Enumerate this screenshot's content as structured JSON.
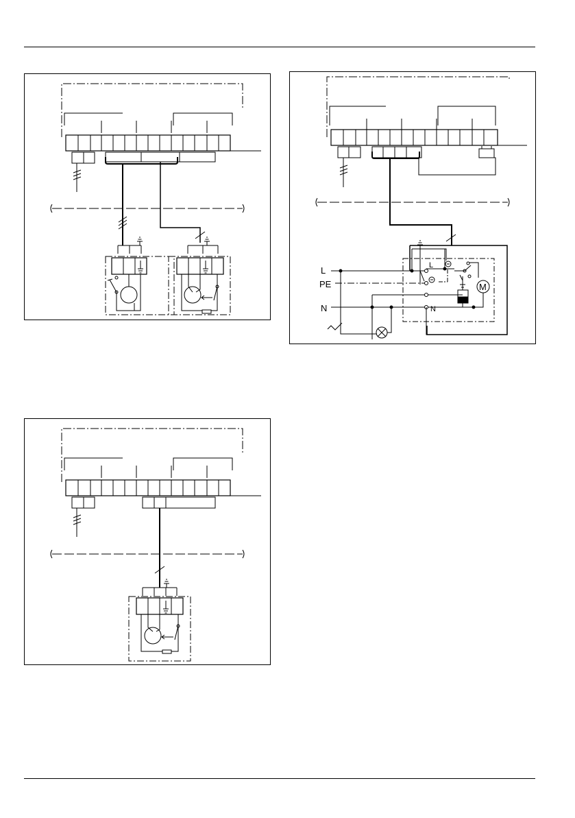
{
  "page": {
    "header_rule": true,
    "footer_rule": true
  },
  "diagram_3": {
    "labels": {
      "L": "L",
      "PE": "PE",
      "N": "N",
      "motor": "M",
      "terminal_L": "L",
      "terminal_N": "N"
    }
  },
  "colors": {
    "line": "#000000",
    "background": "#ffffff"
  }
}
